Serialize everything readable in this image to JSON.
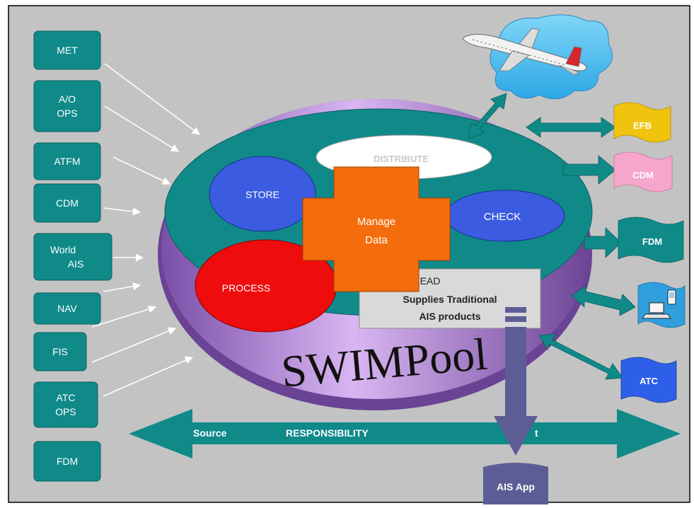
{
  "sources": [
    "MET",
    "A/O\nOPS",
    "ATFM",
    "CDM",
    "World\nAIS",
    "NAV",
    "FIS",
    "ATC\nOPS",
    "FDM"
  ],
  "inner": {
    "distribute": "DISTRIBUTE",
    "store": "STORE",
    "check": "CHECK",
    "process": "PROCESS",
    "manage": "Manage\nData"
  },
  "ead": {
    "title": "EAD",
    "line1": "Supplies Traditional",
    "line2": "AIS products"
  },
  "pool_title": "SWIMPool",
  "outputs": {
    "efb": "EFB",
    "cdm": "CDM",
    "fdm": "FDM",
    "atc": "ATC",
    "ais_app": "AIS App"
  },
  "responsibility": {
    "source": "Source",
    "label": "RESPONSIBILITY",
    "end": "t"
  },
  "colors": {
    "background": "#c3c3c3",
    "teal": "#0f8a89",
    "pool_ring": "#8f5db5",
    "store": "#3b5ce0",
    "process": "#ee0c0c",
    "manage": "#f46d0c",
    "efb": "#f0c40e",
    "cdm_out": "#f6a6cc",
    "device": "#2f9fde",
    "atc_out": "#2d5fe8",
    "ais_app": "#5d5d96"
  }
}
